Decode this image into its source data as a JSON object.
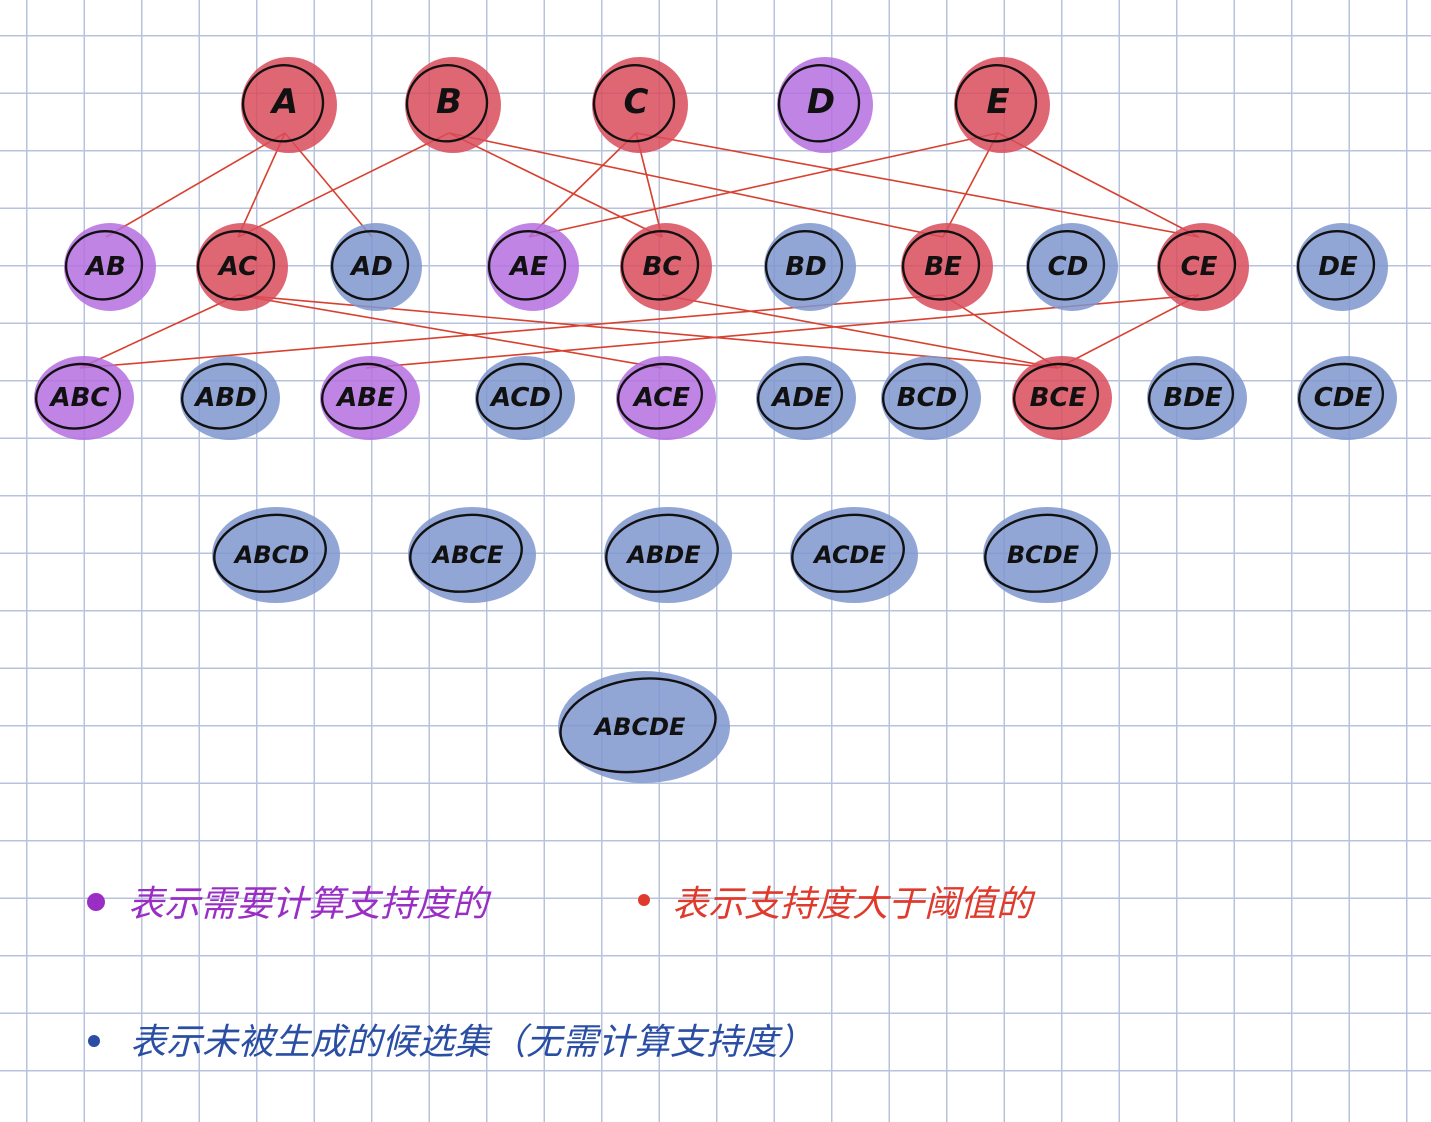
{
  "colors": {
    "purple": "#b56ee0",
    "red": "#d94c5c",
    "blue": "#7f97cf",
    "edge": "#d8402f",
    "legend_purple": "#9a2ec4",
    "legend_red": "#e03a2c",
    "legend_blue": "#2a4ea3"
  },
  "levels": [
    [
      {
        "label": "A",
        "status": "frequent"
      },
      {
        "label": "B",
        "status": "frequent"
      },
      {
        "label": "C",
        "status": "frequent"
      },
      {
        "label": "D",
        "status": "computed"
      },
      {
        "label": "E",
        "status": "frequent"
      }
    ],
    [
      {
        "label": "AB",
        "status": "computed"
      },
      {
        "label": "AC",
        "status": "frequent"
      },
      {
        "label": "AD",
        "status": "pruned"
      },
      {
        "label": "AE",
        "status": "computed"
      },
      {
        "label": "BC",
        "status": "frequent"
      },
      {
        "label": "BD",
        "status": "pruned"
      },
      {
        "label": "BE",
        "status": "frequent"
      },
      {
        "label": "CD",
        "status": "pruned"
      },
      {
        "label": "CE",
        "status": "frequent"
      },
      {
        "label": "DE",
        "status": "pruned"
      }
    ],
    [
      {
        "label": "ABC",
        "status": "computed"
      },
      {
        "label": "ABD",
        "status": "pruned"
      },
      {
        "label": "ABE",
        "status": "computed"
      },
      {
        "label": "ACD",
        "status": "pruned"
      },
      {
        "label": "ACE",
        "status": "computed"
      },
      {
        "label": "ADE",
        "status": "pruned"
      },
      {
        "label": "BCD",
        "status": "pruned"
      },
      {
        "label": "BCE",
        "status": "frequent"
      },
      {
        "label": "BDE",
        "status": "pruned"
      },
      {
        "label": "CDE",
        "status": "pruned"
      }
    ],
    [
      {
        "label": "ABCD",
        "status": "pruned"
      },
      {
        "label": "ABCE",
        "status": "pruned"
      },
      {
        "label": "ABDE",
        "status": "pruned"
      },
      {
        "label": "ACDE",
        "status": "pruned"
      },
      {
        "label": "BCDE",
        "status": "pruned"
      }
    ],
    [
      {
        "label": "ABCDE",
        "status": "pruned"
      }
    ]
  ],
  "edges": [
    [
      "A",
      "AB"
    ],
    [
      "A",
      "AC"
    ],
    [
      "A",
      "AD"
    ],
    [
      "B",
      "AC"
    ],
    [
      "B",
      "BC"
    ],
    [
      "B",
      "BE"
    ],
    [
      "C",
      "AE"
    ],
    [
      "C",
      "BC"
    ],
    [
      "C",
      "CE"
    ],
    [
      "E",
      "AE"
    ],
    [
      "E",
      "BE"
    ],
    [
      "E",
      "CE"
    ],
    [
      "AC",
      "ABC"
    ],
    [
      "AC",
      "ACE"
    ],
    [
      "AC",
      "BCE"
    ],
    [
      "BC",
      "BCE"
    ],
    [
      "BE",
      "ABC"
    ],
    [
      "BE",
      "BCE"
    ],
    [
      "CE",
      "BCE"
    ],
    [
      "CE",
      "ABE"
    ]
  ],
  "legend": {
    "computed": "表示需要计算支持度的",
    "frequent": "表示支持度大于阈值的",
    "pruned": "表示未被生成的候选集（无需计算支持度）"
  }
}
